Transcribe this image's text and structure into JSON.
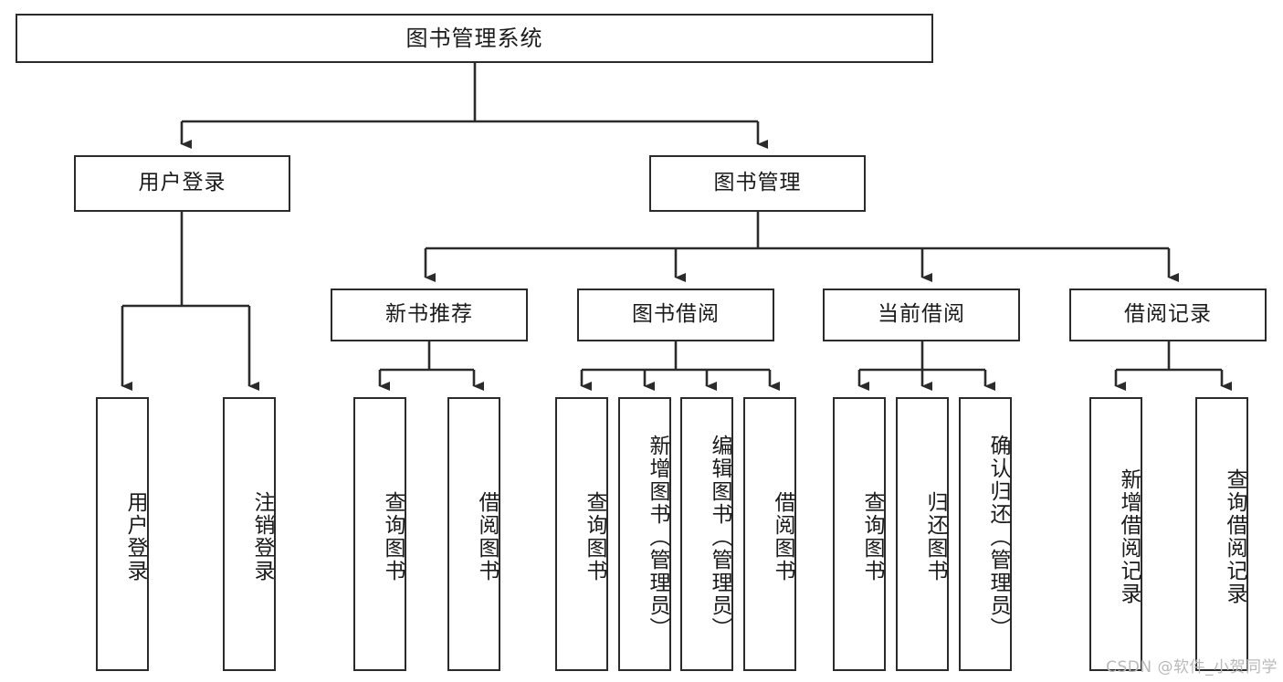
{
  "diagram": {
    "title": "图书管理系统",
    "type": "tree-hierarchy-diagram",
    "root": {
      "id": "root",
      "label": "图书管理系统"
    },
    "level2": [
      {
        "id": "user-login",
        "label": "用户登录"
      },
      {
        "id": "book-management",
        "label": "图书管理"
      }
    ],
    "level3": [
      {
        "id": "new-book-recommend",
        "label": "新书推荐",
        "parent": "book-management"
      },
      {
        "id": "book-borrow",
        "label": "图书借阅",
        "parent": "book-management"
      },
      {
        "id": "current-borrow",
        "label": "当前借阅",
        "parent": "book-management"
      },
      {
        "id": "borrow-record",
        "label": "借阅记录",
        "parent": "book-management"
      }
    ],
    "leaves": [
      {
        "id": "leaf-user-login",
        "label": "用户登录",
        "parent": "user-login"
      },
      {
        "id": "leaf-logout",
        "label": "注销登录",
        "parent": "user-login"
      },
      {
        "id": "leaf-query-book-1",
        "label": "查询图书",
        "parent": "new-book-recommend"
      },
      {
        "id": "leaf-borrow-book-1",
        "label": "借阅图书",
        "parent": "new-book-recommend"
      },
      {
        "id": "leaf-query-book-2",
        "label": "查询图书",
        "parent": "book-borrow"
      },
      {
        "id": "leaf-add-book",
        "label": "新增图书（管理员）",
        "parent": "book-borrow"
      },
      {
        "id": "leaf-edit-book",
        "label": "编辑图书（管理员）",
        "parent": "book-borrow"
      },
      {
        "id": "leaf-borrow-book-2",
        "label": "借阅图书",
        "parent": "book-borrow"
      },
      {
        "id": "leaf-query-book-3",
        "label": "查询图书",
        "parent": "current-borrow"
      },
      {
        "id": "leaf-return-book",
        "label": "归还图书",
        "parent": "current-borrow"
      },
      {
        "id": "leaf-confirm-return",
        "label": "确认归还（管理员）",
        "parent": "current-borrow"
      },
      {
        "id": "leaf-add-record",
        "label": "新增借阅记录",
        "parent": "borrow-record"
      },
      {
        "id": "leaf-query-record",
        "label": "查询借阅记录",
        "parent": "borrow-record"
      }
    ],
    "colors": {
      "stroke": "#2b2b2b",
      "fill": "#ffffff",
      "text": "#1a1a1a",
      "watermark": "#b9b9b9"
    }
  },
  "watermark": {
    "text": "CSDN @软件_小贺同学"
  }
}
